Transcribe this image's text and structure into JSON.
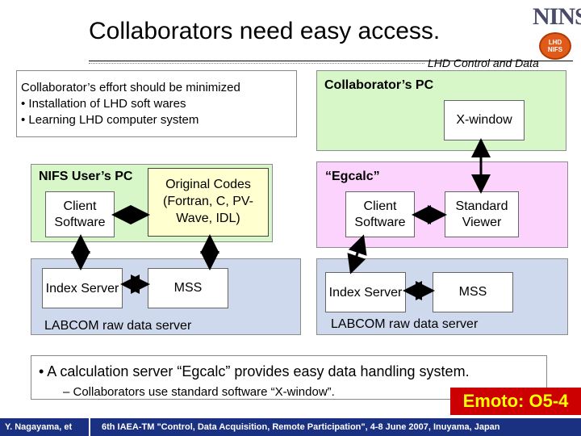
{
  "header": {
    "title": "Collaborators need easy access.",
    "subtitle": "LHD Control and Data",
    "logo_text": "NINS",
    "seal_text": "LHD NIFS"
  },
  "effort": {
    "line1": "Collaborator’s effort should be minimized",
    "line2": "• Installation of LHD soft wares",
    "line3": "• Learning LHD computer system"
  },
  "collab_pc": {
    "title": "Collaborator’s PC",
    "xwindow": "X-window"
  },
  "nifs": {
    "title": "NIFS User’s PC",
    "client": "Client Software",
    "original": "Original Codes (Fortran, C, PV-Wave, IDL)"
  },
  "egcalc": {
    "title": "“Egcalc”",
    "client": "Client Software",
    "viewer": "Standard Viewer"
  },
  "labcom_left": {
    "index": "Index Server",
    "mss": "MSS",
    "title": "LABCOM raw data server"
  },
  "labcom_right": {
    "index": "Index Server",
    "mss": "MSS",
    "title": "LABCOM raw data server"
  },
  "bullets": {
    "main": "•  A calculation server “Egcalc” provides easy data handling system.",
    "sub": "–  Collaborators use standard software “X-window”."
  },
  "badge": "Emoto: O5-4",
  "footer": {
    "author": "Y. Nagayama, et",
    "conference": "6th IAEA-TM \"Control, Data Acquisition, Remote Participation\", 4-8 June 2007, Inuyama, Japan"
  },
  "colors": {
    "green_panel": "#d7f7c8",
    "pink_panel": "#fcd3fc",
    "blue_panel": "#cfd9ee",
    "yellow_box": "#ffffd0",
    "badge_bg": "#cc0000",
    "badge_text": "#ffff00",
    "footer_bg": "#1a3080"
  }
}
